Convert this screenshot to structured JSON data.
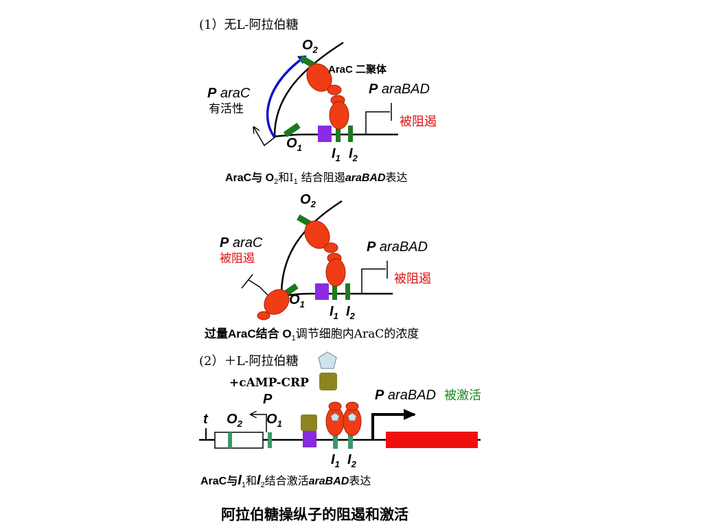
{
  "p1": {
    "title": "(1）无L-阿拉伯糖",
    "o2": "O",
    "o2_sub": "2",
    "o1": "O",
    "o1_sub": "1",
    "i1": "I",
    "i1_sub": "1",
    "i2": "I",
    "i2_sub": "2",
    "dimer": "AraC 二聚体",
    "parac_p": "P",
    "parac_gene": "araC",
    "parac_state": "有活性",
    "parabad_p": "P",
    "parabad_gene": "araBAD",
    "parabad_state": "被阻遏",
    "caption": {
      "a": "AraC与 O",
      "a_sub": "2",
      "b": "和I",
      "b_sub": "1",
      "c": " 结合阻遏",
      "gene": "araBAD",
      "d": "表达"
    }
  },
  "p2": {
    "o2": "O",
    "o2_sub": "2",
    "o1": "O",
    "o1_sub": "1",
    "i1": "I",
    "i1_sub": "1",
    "i2": "I",
    "i2_sub": "2",
    "parac_p": "P",
    "parac_gene": "araC",
    "parac_state": "被阻遏",
    "parabad_p": "P",
    "parabad_gene": "araBAD",
    "parabad_state": "被阻遏",
    "caption": {
      "a": "过量AraC结合 O",
      "a_sub": "1",
      "b": "调节细胞内AraC的浓度"
    }
  },
  "p3": {
    "title": "(2）＋L-阿拉伯糖",
    "camp": "+cAMP-CRP",
    "t": "t",
    "o2": "O",
    "o2_sub": "2",
    "o1": "O",
    "o1_sub": "1",
    "p": "P",
    "i1": "I",
    "i1_sub": "1",
    "i2": "I",
    "i2_sub": "2",
    "parabad_p": "P",
    "parabad_gene": "araBAD",
    "parabad_state": "被激活",
    "caption": {
      "a": "AraC与",
      "i1": "I",
      "i1_sub": "1",
      "b": "和",
      "i2": "I",
      "i2_sub": "2",
      "c": "结合激活",
      "gene": "araBAD",
      "d": "表达"
    }
  },
  "footer": "阿拉伯糖操纵子的阻遏和激活",
  "colors": {
    "arac": "#f03c14",
    "operator": "#1e7a1e",
    "crp_site": "#8a2be2",
    "arrow_blue": "#1010d0",
    "repressed": "#e01010",
    "activated": "#1a8a1a",
    "crp": "#8b8420",
    "arabinose": "#cfe3ea",
    "gene": "#ee1010",
    "light_operator": "#3a9a6a"
  }
}
